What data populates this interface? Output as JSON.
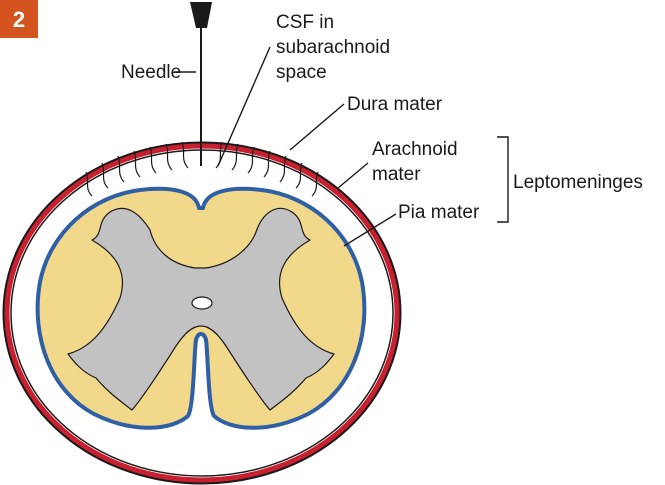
{
  "figure_number": "2",
  "labels": {
    "needle": "Needle",
    "csf_line1": "CSF in",
    "csf_line2": "subarachnoid",
    "csf_line3": "space",
    "dura": "Dura mater",
    "arachnoid_line1": "Arachnoid",
    "arachnoid_line2": "mater",
    "pia": "Pia mater",
    "leptomeninges": "Leptomeninges"
  },
  "colors": {
    "badge": "#d3541e",
    "dura_mater": "#c8202f",
    "pia_mater": "#2f5fa5",
    "white_matter": "#f1d88a",
    "gray_matter": "#c2c2c2",
    "outline": "#1a1a1a"
  }
}
